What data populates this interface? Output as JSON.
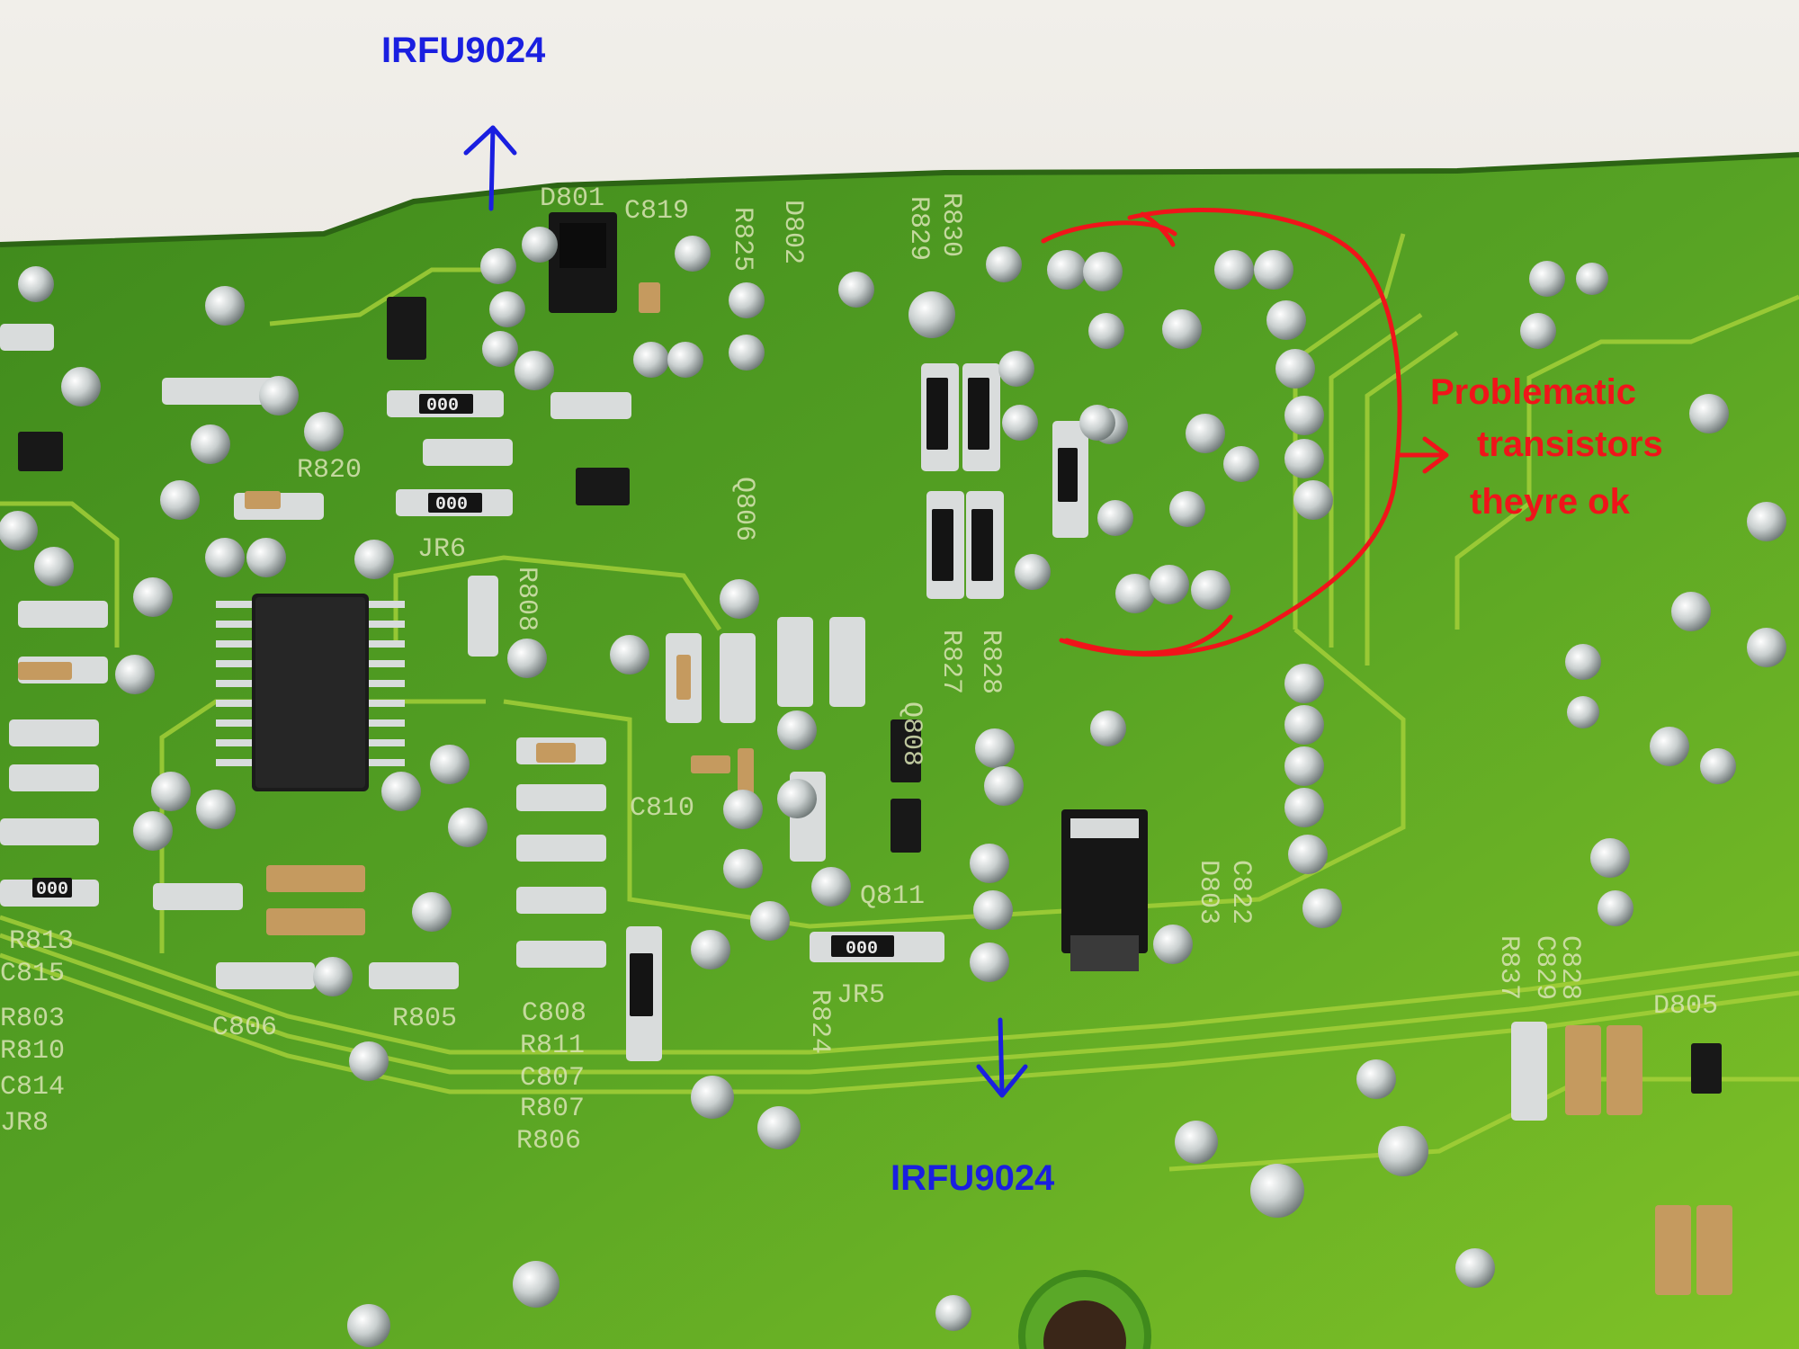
{
  "annotations": {
    "top_label": "IRFU9024",
    "bottom_label": "IRFU9024",
    "problem_line1": "Problematic",
    "problem_line2": "transistors",
    "problem_line3": "theyre ok"
  },
  "colors": {
    "annotation_blue": "#1a1fe0",
    "annotation_red": "#f0141a",
    "board_green": "#4d9a1f",
    "background": "#e9e6df"
  },
  "pcb_labels": {
    "c819": "C819",
    "d801": "D801",
    "r825": "R825",
    "d802": "D802",
    "r829": "R829",
    "r830": "R830",
    "r820": "R820",
    "jr6": "JR6",
    "r808": "R808",
    "q806": "Q806",
    "q808": "Q808",
    "c810": "C810",
    "q811": "Q811",
    "jr5": "JR5",
    "r827": "R827",
    "r828": "R828",
    "d803": "D803",
    "c822": "C822",
    "r837": "R837",
    "c828": "C828",
    "c829": "C829",
    "d805": "D805",
    "c806": "C806",
    "r805": "R805",
    "c808": "C808",
    "r811": "R811",
    "c807": "C807",
    "r807": "R807",
    "r806": "R806",
    "r803": "R803",
    "r810": "R810",
    "c814": "C814",
    "jr8": "JR8",
    "r813": "R813",
    "c815": "C815",
    "r824": "R824",
    "code_000": "000"
  }
}
